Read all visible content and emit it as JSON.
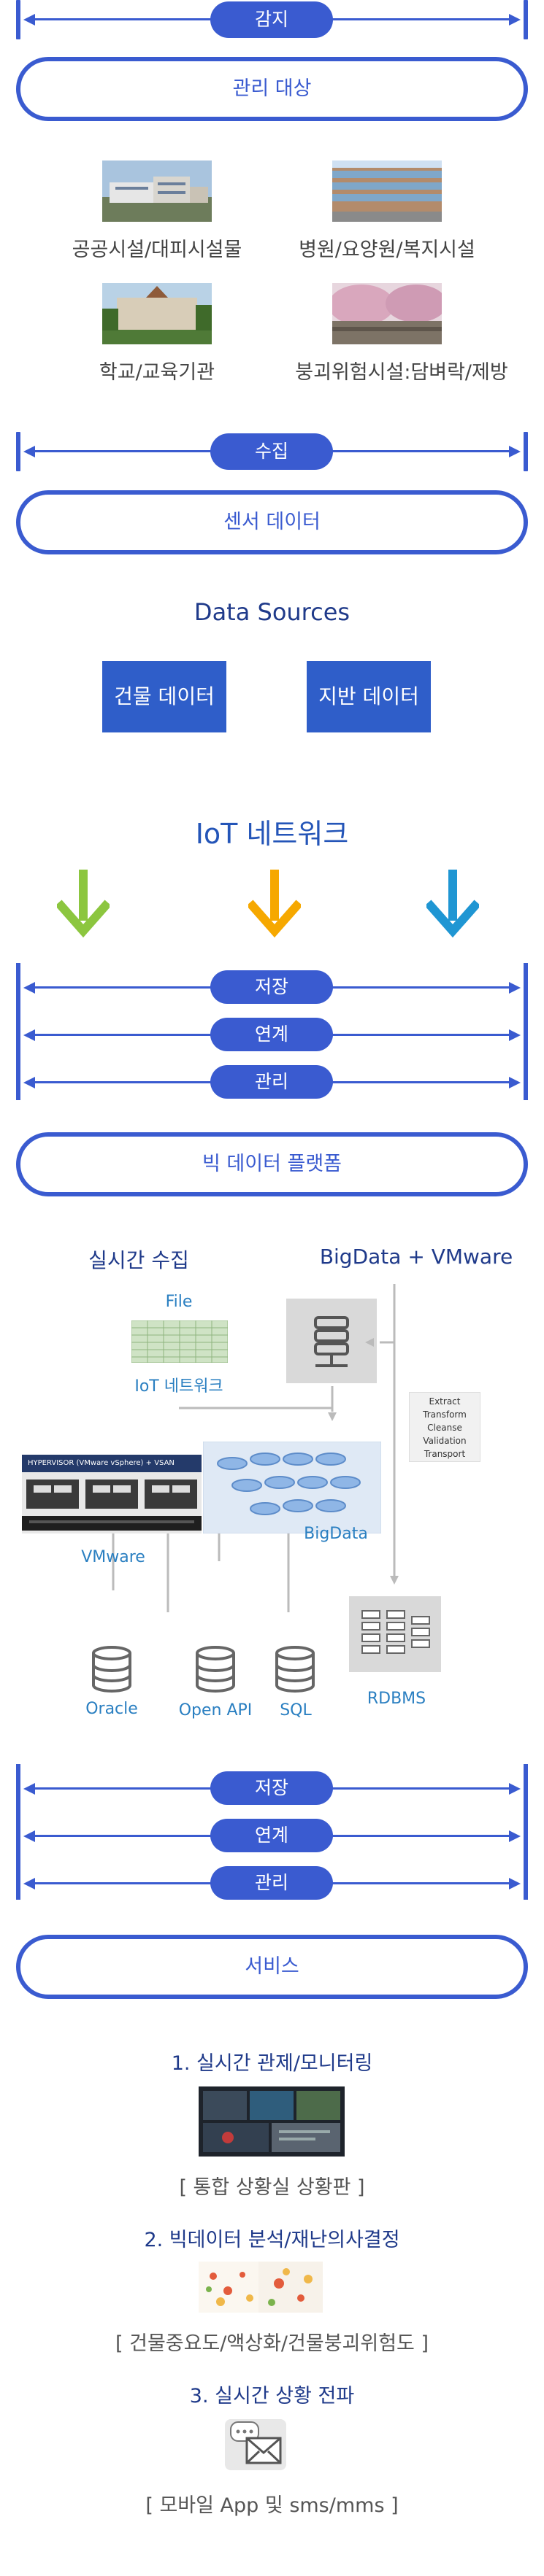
{
  "stage1": {
    "pill": "감지",
    "box": "관리 대상"
  },
  "targets": [
    {
      "caption": "공공시설/대피시설물"
    },
    {
      "caption": "병원/요양원/복지시설"
    },
    {
      "caption": "학교/교육기관"
    },
    {
      "caption": "붕괴위험시설:담벼락/제방"
    }
  ],
  "stage2": {
    "pill": "수집",
    "box": "센서 데이터"
  },
  "data_sources": {
    "title": "Data Sources",
    "buttons": [
      "건물 데이터",
      "지반 데이터"
    ]
  },
  "iot": {
    "title": "IoT 네트워크",
    "arrow_colors": [
      "#8cc63f",
      "#f6a800",
      "#1f96d3"
    ]
  },
  "stage3": {
    "pills": [
      "저장",
      "연계",
      "관리"
    ],
    "box": "빅 데이터 플랫폼"
  },
  "platform": {
    "left_title": "실시간 수집",
    "right_title": "BigData + VMware",
    "file_label": "File",
    "iot_label": "IoT 네트워크",
    "etl": [
      "Extract",
      "Transform",
      "Cleanse",
      "Validation",
      "Transport"
    ],
    "hypervisor": "HYPERVISOR (VMware vSphere) + VSAN",
    "vmware_label": "VMware",
    "bigdata_label": "BigData",
    "rdbms_label": "RDBMS",
    "outputs": [
      "Oracle",
      "Open API",
      "SQL"
    ]
  },
  "stage4": {
    "pills": [
      "저장",
      "연계",
      "관리"
    ],
    "box": "서비스"
  },
  "services": [
    {
      "title": "1. 실시간 관제/모니터링",
      "sub": "[ 통합 상황실 상황판 ]"
    },
    {
      "title": "2. 빅데이터 분석/재난의사결정",
      "sub": "[ 건물중요도/액상화/건물붕괴위험도 ]"
    },
    {
      "title": "3. 실시간 상황 전파",
      "sub": "[ 모바일 App 및 sms/mms ]"
    }
  ],
  "colors": {
    "primary": "#3a5bd0",
    "heading": "#1f3a8a",
    "label": "#2a7fc1"
  }
}
